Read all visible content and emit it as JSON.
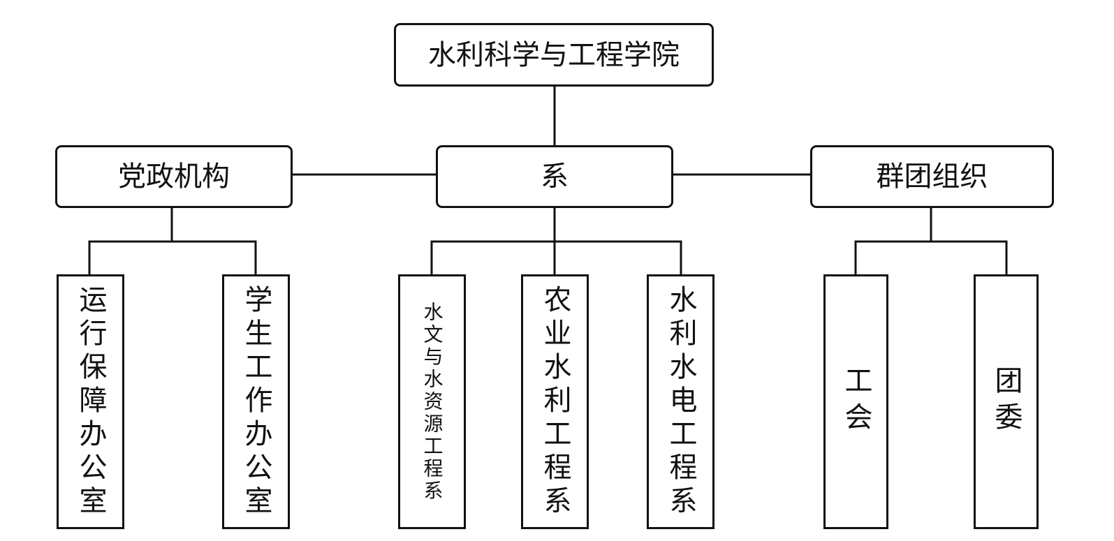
{
  "diagram": {
    "type": "org-chart",
    "root": {
      "label": "水利科学与工程学院"
    },
    "branches": {
      "left": {
        "label": "党政机构",
        "children": [
          {
            "label": "运行保障办公室"
          },
          {
            "label": "学生工作办公室"
          }
        ]
      },
      "center": {
        "label": "系",
        "children": [
          {
            "label": "水文与水资源工程系"
          },
          {
            "label": "农业水利工程系"
          },
          {
            "label": "水利水电工程系"
          }
        ]
      },
      "right": {
        "label": "群团组织",
        "children": [
          {
            "label": "工会"
          },
          {
            "label": "团委"
          }
        ]
      }
    },
    "colors": {
      "line": "#111111",
      "box_border": "#111111",
      "background": "#ffffff",
      "text": "#111111"
    }
  }
}
